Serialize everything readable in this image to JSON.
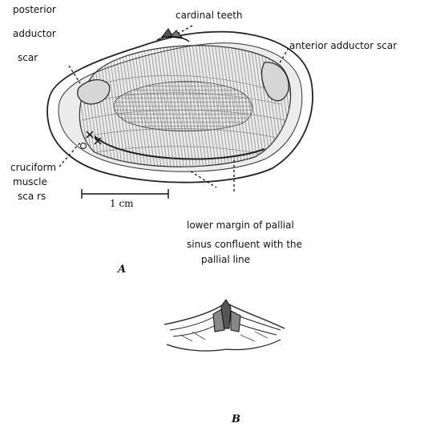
{
  "labels": {
    "posterior_adductor_scar": [
      "posterior",
      "adductor",
      "scar"
    ],
    "cardinal_teeth": "cardinal teeth",
    "anterior_adductor_scar": "anterior adductor scar",
    "cruciform_muscle_scars": [
      "cruciform",
      "muscle",
      "sca rs"
    ],
    "scale_bar": "1 cm",
    "pallial_sinus": [
      "lower margin of pallial",
      "sinus confluent with the",
      "pallial line"
    ]
  },
  "panels": {
    "a": "A",
    "b": "B"
  },
  "colors": {
    "ink": "#222222",
    "background": "#ffffff"
  }
}
